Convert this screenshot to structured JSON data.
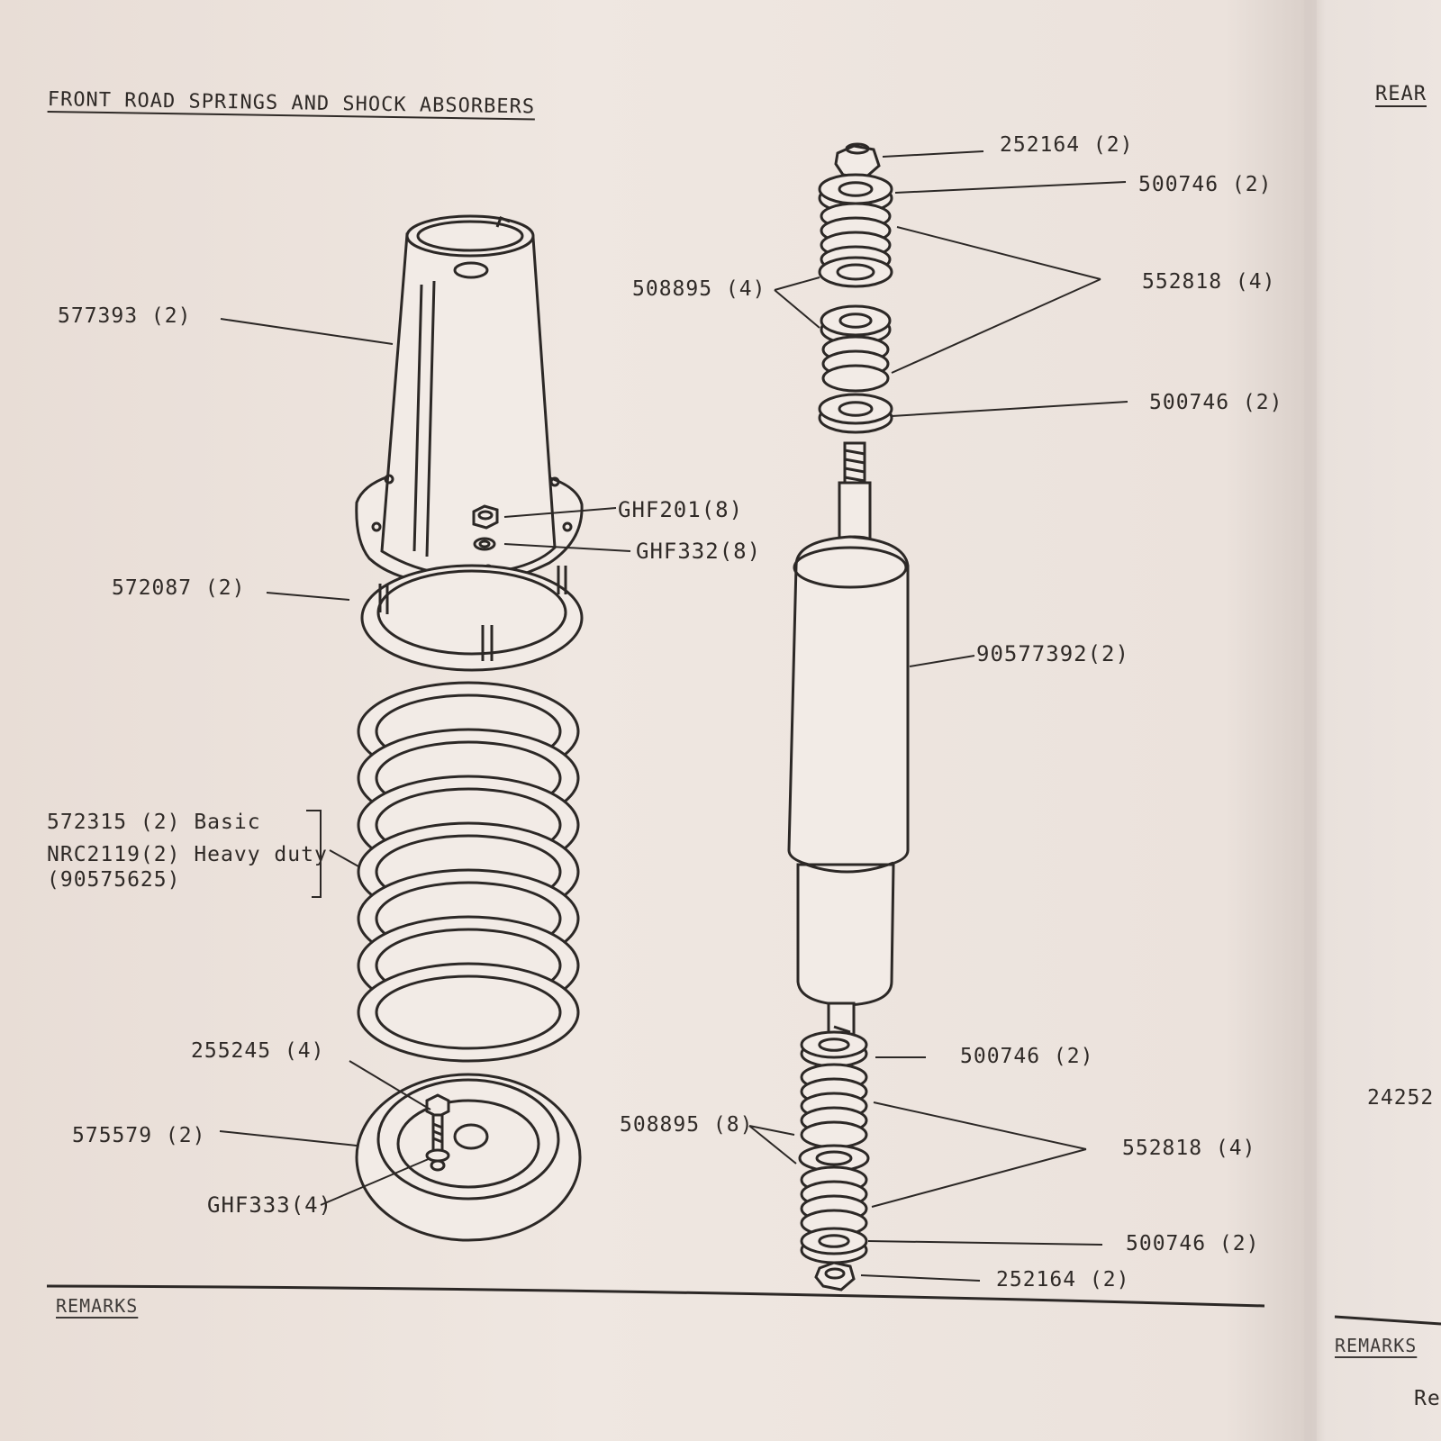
{
  "title": "FRONT ROAD SPRINGS AND SHOCK ABSORBERS",
  "next_page_title_fragment": "REAR",
  "remarks_label": "REMARKS",
  "next_page_remarks": "REMARKS",
  "next_page_fragment_number": "24252",
  "next_page_fragment_text": "Re",
  "labels": {
    "turret": "577393  (2)",
    "gasket": "572087  (2)",
    "nut_ghf201": "GHF201(8)",
    "washer_ghf332": "GHF332(8)",
    "spring_basic": "572315 (2) Basic",
    "spring_heavy": "NRC2119(2) Heavy duty",
    "spring_alt": "(90575625)",
    "bolt_255245": "255245 (4)",
    "seat_575579": "575579  (2)",
    "washer_ghf333": "GHF333(4)",
    "top_nut": "252164 (2)",
    "top_cup_1": "500746 (2)",
    "top_bush": "552818 (4)",
    "top_washer": "508895 (4)",
    "top_cup_2": "500746 (2)",
    "damper": "90577392(2)",
    "bottom_cup_1": "500746 (2)",
    "bottom_washer": "508895 (8)",
    "bottom_bush": "552818 (4)",
    "bottom_cup_2": "500746 (2)",
    "bottom_nut": "252164 (2)"
  }
}
